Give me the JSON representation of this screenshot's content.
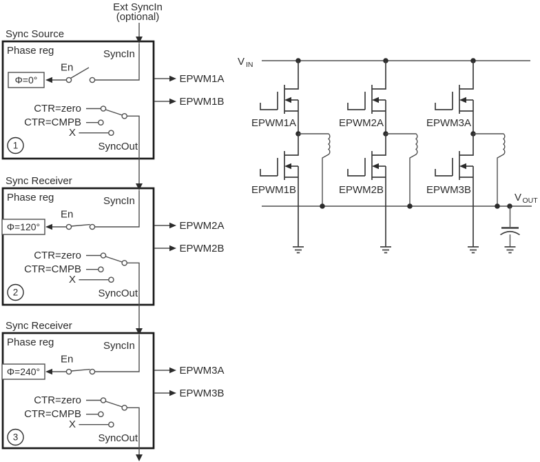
{
  "colors": {
    "wire": "#4d4d4d",
    "ink": "#2b2b2b",
    "box_border": "#1a1a1a",
    "background": "#ffffff"
  },
  "ext_sync": {
    "line1": "Ext SyncIn",
    "line2": "(optional)"
  },
  "blocks": [
    {
      "title": "Sync Source",
      "phase_reg": "Phase reg",
      "sync_in": "SyncIn",
      "en": "En",
      "phase": "Φ=0°",
      "row1": "CTR=zero",
      "row2": "CTR=CMPB",
      "row3": "X",
      "sync_out": "SyncOut",
      "num": "1",
      "out_a": "EPWM1A",
      "out_b": "EPWM1B"
    },
    {
      "title": "Sync Receiver",
      "phase_reg": "Phase reg",
      "sync_in": "SyncIn",
      "en": "En",
      "phase": "Φ=120°",
      "row1": "CTR=zero",
      "row2": "CTR=CMPB",
      "row3": "X",
      "sync_out": "SyncOut",
      "num": "2",
      "out_a": "EPWM2A",
      "out_b": "EPWM2B"
    },
    {
      "title": "Sync Receiver",
      "phase_reg": "Phase reg",
      "sync_in": "SyncIn",
      "en": "En",
      "phase": "Φ=240°",
      "row1": "CTR=zero",
      "row2": "CTR=CMPB",
      "row3": "X",
      "sync_out": "SyncOut",
      "num": "3",
      "out_a": "EPWM3A",
      "out_b": "EPWM3B"
    }
  ],
  "power": {
    "vin": {
      "base": "V",
      "sub": "IN"
    },
    "vout": {
      "base": "V",
      "sub": "OUT"
    },
    "legs": [
      {
        "high": "EPWM1A",
        "low": "EPWM1B"
      },
      {
        "high": "EPWM2A",
        "low": "EPWM2B"
      },
      {
        "high": "EPWM3A",
        "low": "EPWM3B"
      }
    ]
  }
}
